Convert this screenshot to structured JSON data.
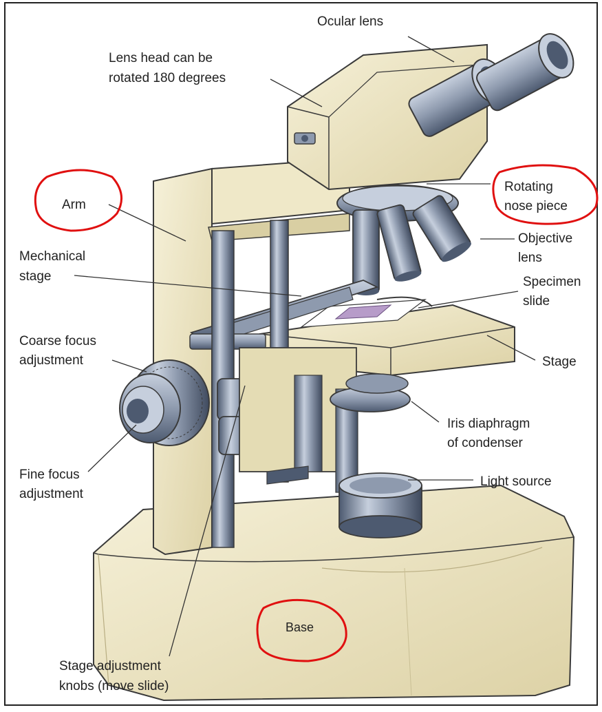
{
  "diagram": {
    "labels": {
      "ocular_lens": "Ocular lens",
      "lens_head_line1": "Lens head can be",
      "lens_head_line2": "rotated 180 degrees",
      "arm": "Arm",
      "rotating_line1": "Rotating",
      "rotating_line2": "nose piece",
      "objective_line1": "Objective",
      "objective_line2": "lens",
      "mechanical_line1": "Mechanical",
      "mechanical_line2": "stage",
      "specimen_line1": "Specimen",
      "specimen_line2": "slide",
      "coarse_line1": "Coarse focus",
      "coarse_line2": "adjustment",
      "stage": "Stage",
      "iris_line1": "Iris diaphragm",
      "iris_line2": "of condenser",
      "fine_line1": "Fine focus",
      "fine_line2": "adjustment",
      "light_source": "Light source",
      "base": "Base",
      "stage_adj_line1": "Stage adjustment",
      "stage_adj_line2": "knobs (move slide)"
    },
    "colors": {
      "body": "#efe8c8",
      "body_shadow": "#d9cfa3",
      "outline": "#3a3a3a",
      "metal": "#8e9aae",
      "metal_light": "#c6cfdd",
      "metal_dark": "#4d5a70",
      "highlight_circle": "#e01010"
    }
  }
}
